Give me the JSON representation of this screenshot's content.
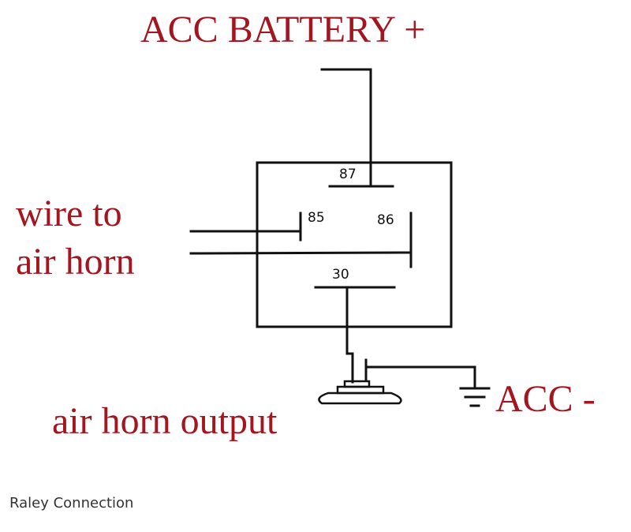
{
  "labels": {
    "battery": "ACC BATTERY +",
    "wire_line1": "wire to",
    "wire_line2": "air horn",
    "horn_output": "air horn output",
    "acc_neg": "ACC -"
  },
  "pins": {
    "p87": "87",
    "p85": "85",
    "p86": "86",
    "p30": "30"
  },
  "caption": "Raley Connection",
  "colors": {
    "label_text": "#a3161f",
    "wire": "#111111",
    "background": "#ffffff"
  },
  "icons": {
    "ground": "ground-symbol-icon",
    "horn": "air-horn-icon"
  }
}
